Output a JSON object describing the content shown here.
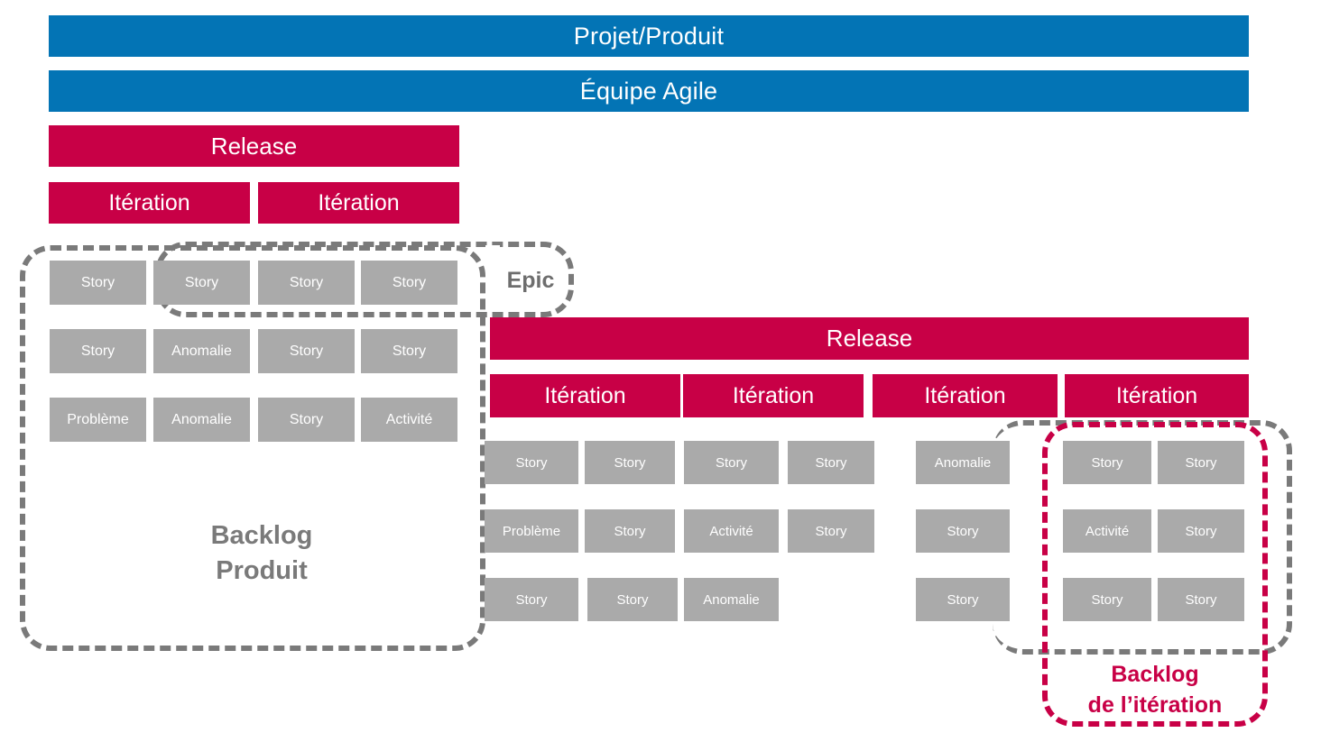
{
  "diagram": {
    "title": "Projet/Produit",
    "team": "Équipe Agile",
    "colors": {
      "blue": "#0374b5",
      "crimson": "#c80046",
      "card_gray": "#aaaaaa",
      "dash_gray": "#7a7a7a",
      "background": "#ffffff"
    }
  },
  "release_left": {
    "label": "Release",
    "iterations": [
      {
        "label": "Itération"
      },
      {
        "label": "Itération"
      }
    ]
  },
  "release_right": {
    "label": "Release",
    "iterations": [
      {
        "label": "Itération"
      },
      {
        "label": "Itération"
      },
      {
        "label": "Itération"
      },
      {
        "label": "Itération"
      }
    ]
  },
  "epic": {
    "label": "Epic"
  },
  "backlog_produit": {
    "label_line1": "Backlog",
    "label_line2": "Produit",
    "cards": [
      [
        {
          "label": "Story"
        },
        {
          "label": "Story"
        },
        {
          "label": "Story"
        },
        {
          "label": "Story"
        }
      ],
      [
        {
          "label": "Story"
        },
        {
          "label": "Anomalie"
        },
        {
          "label": "Story"
        },
        {
          "label": "Story"
        }
      ],
      [
        {
          "label": "Problème"
        },
        {
          "label": "Anomalie"
        },
        {
          "label": "Story"
        },
        {
          "label": "Activité"
        }
      ]
    ]
  },
  "backlog_iteration": {
    "label_line1": "Backlog",
    "label_line2": "de l’itération"
  },
  "release_right_cards": {
    "rows": [
      [
        {
          "label": "Story"
        },
        {
          "label": "Story"
        },
        {
          "label": "Story"
        },
        {
          "label": "Story"
        },
        {
          "label": "Anomalie"
        },
        {
          "label": "Story"
        },
        {
          "label": "Story"
        }
      ],
      [
        {
          "label": "Problème"
        },
        {
          "label": "Story"
        },
        {
          "label": "Activité"
        },
        {
          "label": "Story"
        },
        {
          "label": "Story"
        },
        {
          "label": "Activité"
        },
        {
          "label": "Story"
        }
      ],
      [
        {
          "label": "Story"
        },
        {
          "label": "Story"
        },
        {
          "label": "Anomalie"
        },
        {
          "label": "",
          "empty": true
        },
        {
          "label": "Story"
        },
        {
          "label": "Story"
        },
        {
          "label": "Story"
        }
      ]
    ]
  }
}
